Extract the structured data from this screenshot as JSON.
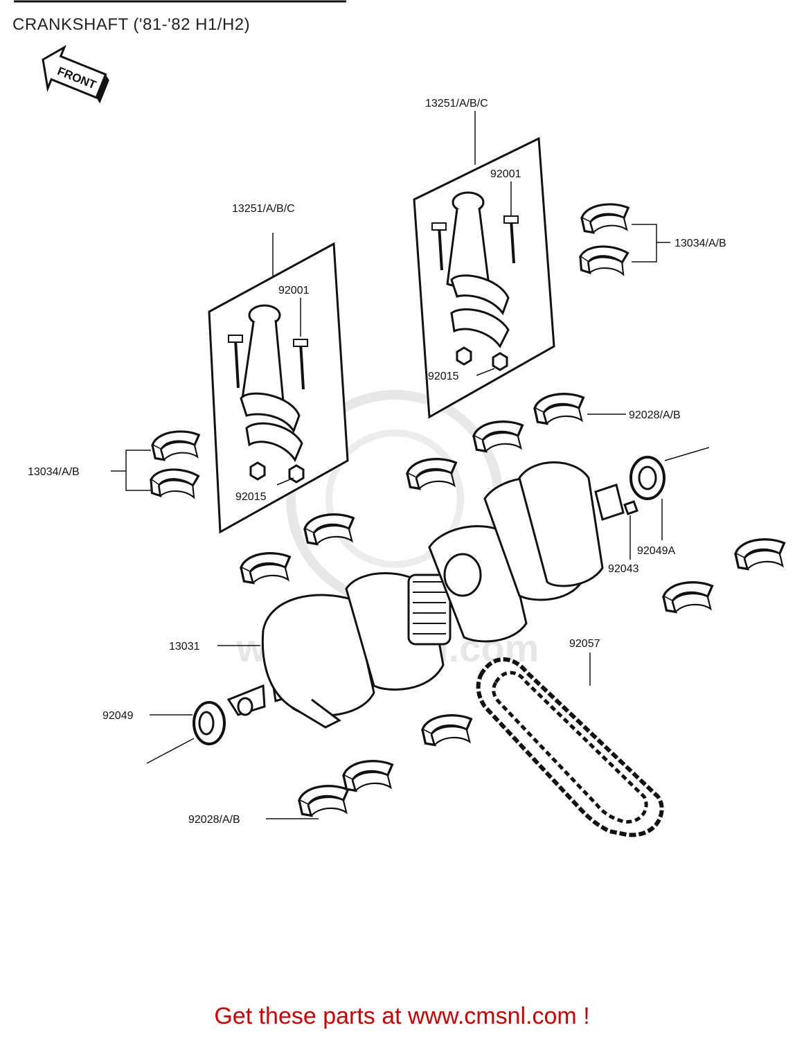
{
  "title": "CRANKSHAFT ('81-'82 H1/H2)",
  "front_label": "FRONT",
  "watermark_text": "www.cmsnl.com",
  "labels": {
    "rod_left": "13251/A/B/C",
    "rod_right": "13251/A/B/C",
    "bolt_left": "92001",
    "bolt_right": "92001",
    "nut_left": "92015",
    "nut_right": "92015",
    "rod_bearing_left": "13034/A/B",
    "rod_bearing_right": "13034/A/B",
    "main_bearing_upper": "92028/A/B",
    "main_bearing_lower": "92028/A/B",
    "crankshaft": "13031",
    "oil_seal_left": "92049",
    "oil_seal_right": "92049A",
    "pin": "92043",
    "chain": "92057"
  },
  "footer": "Get these parts at www.cmsnl.com !",
  "colors": {
    "footer": "#d40000",
    "line": "#111111",
    "watermark": "#e6e6e6"
  }
}
